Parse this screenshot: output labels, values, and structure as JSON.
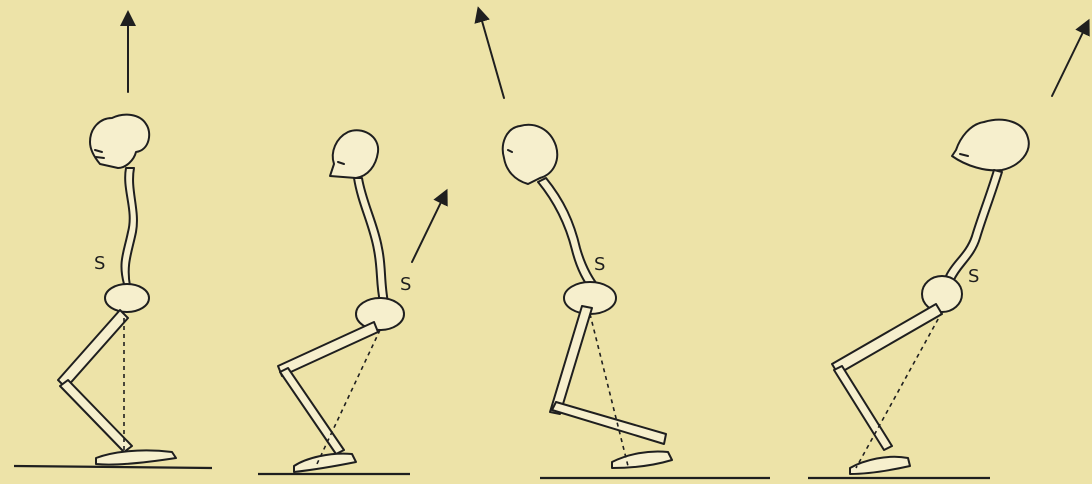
{
  "labels": {
    "s1": "S",
    "s2": "S",
    "s3": "S",
    "s4": "S"
  },
  "colors": {
    "paper": "#ede3a8",
    "ink": "#1f1f1f"
  },
  "icons": [
    "arrow-up-icon"
  ]
}
